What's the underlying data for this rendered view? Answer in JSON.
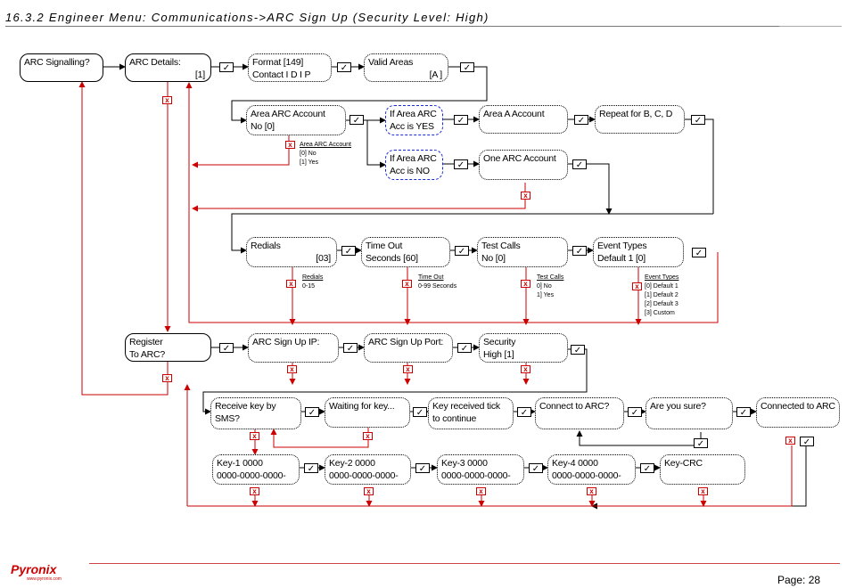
{
  "header": {
    "title": "16.3.2 Engineer Menu: Communications->ARC Sign Up (Security Level: High)"
  },
  "icons": {
    "tick": "✓",
    "cross": "x"
  },
  "colors": {
    "arrow_red": "#cc0000",
    "highlight_border": "#1a2bd6"
  },
  "boxes": {
    "arc_signalling": {
      "line1": "ARC Signalling?",
      "line2": ""
    },
    "arc_details": {
      "line1": "ARC Details:",
      "line2": "[1]"
    },
    "format": {
      "line1": "Format          [149]",
      "line2": "Contact I D I P"
    },
    "valid_areas": {
      "line1": "Valid Areas",
      "line2": "[A      ]"
    },
    "area_arc_account": {
      "line1": "Area ARC Account",
      "line2": "No              [0]"
    },
    "if_yes": {
      "line1": "If Area ARC",
      "line2": "Acc is YES"
    },
    "area_a_account": {
      "line1": "Area A Account",
      "line2": ""
    },
    "repeat": {
      "line1": "Repeat for B, C, D",
      "line2": ""
    },
    "if_no": {
      "line1": "If Area ARC",
      "line2": "Acc is NO"
    },
    "one_arc": {
      "line1": "One ARC Account",
      "line2": ""
    },
    "redials": {
      "line1": "Redials",
      "line2": "[03]"
    },
    "timeout": {
      "line1": "Time Out",
      "line2": "Seconds          [60]"
    },
    "test_calls": {
      "line1": "Test Calls",
      "line2": "No                  [0]"
    },
    "event_types": {
      "line1": "Event Types",
      "line2": "Default 1           [0]"
    },
    "register": {
      "line1": "Register",
      "line2": "To ARC?"
    },
    "sign_up_ip": {
      "line1": "ARC Sign Up IP:",
      "line2": ""
    },
    "sign_up_port": {
      "line1": "ARC Sign Up Port:",
      "line2": ""
    },
    "security": {
      "line1": "Security",
      "line2": "High               [1]"
    },
    "receive_key": {
      "line1": "Receive key by",
      "line2": "SMS?"
    },
    "waiting": {
      "line1": "Waiting for key...",
      "line2": ""
    },
    "key_received": {
      "line1": "Key received tick",
      "line2": "to continue"
    },
    "connect": {
      "line1": "Connect to ARC?",
      "line2": ""
    },
    "are_you_sure": {
      "line1": "Are you sure?",
      "line2": ""
    },
    "connected": {
      "line1": "Connected to ARC",
      "line2": ""
    },
    "key1": {
      "line1": "Key-1         0000",
      "line2": "0000-0000-0000-"
    },
    "key2": {
      "line1": "Key-2         0000",
      "line2": "0000-0000-0000-"
    },
    "key3": {
      "line1": "Key-3         0000",
      "line2": "0000-0000-0000-"
    },
    "key4": {
      "line1": "Key-4         0000",
      "line2": "0000-0000-0000-"
    },
    "key_crc": {
      "line1": "Key-CRC",
      "line2": ""
    }
  },
  "notes": {
    "area_arc": {
      "title": "Area ARC Account",
      "lines": [
        "[0] No",
        "[1] Yes"
      ]
    },
    "redials": {
      "title": "Redials",
      "lines": [
        "0-15"
      ]
    },
    "timeout": {
      "title": "Time Out",
      "lines": [
        "0-99 Seconds"
      ]
    },
    "test_calls": {
      "title": "Test Calls",
      "lines": [
        "0] No",
        "1] Yes"
      ]
    },
    "event_types": {
      "title": "Event Types",
      "lines": [
        "[0] Default 1",
        "[1] Default 2",
        "[2] Default 3",
        "[3] Custom"
      ]
    }
  },
  "footer": {
    "brand": "Pyronix",
    "site": "www.pyronix.com",
    "page": "Page: 28"
  }
}
